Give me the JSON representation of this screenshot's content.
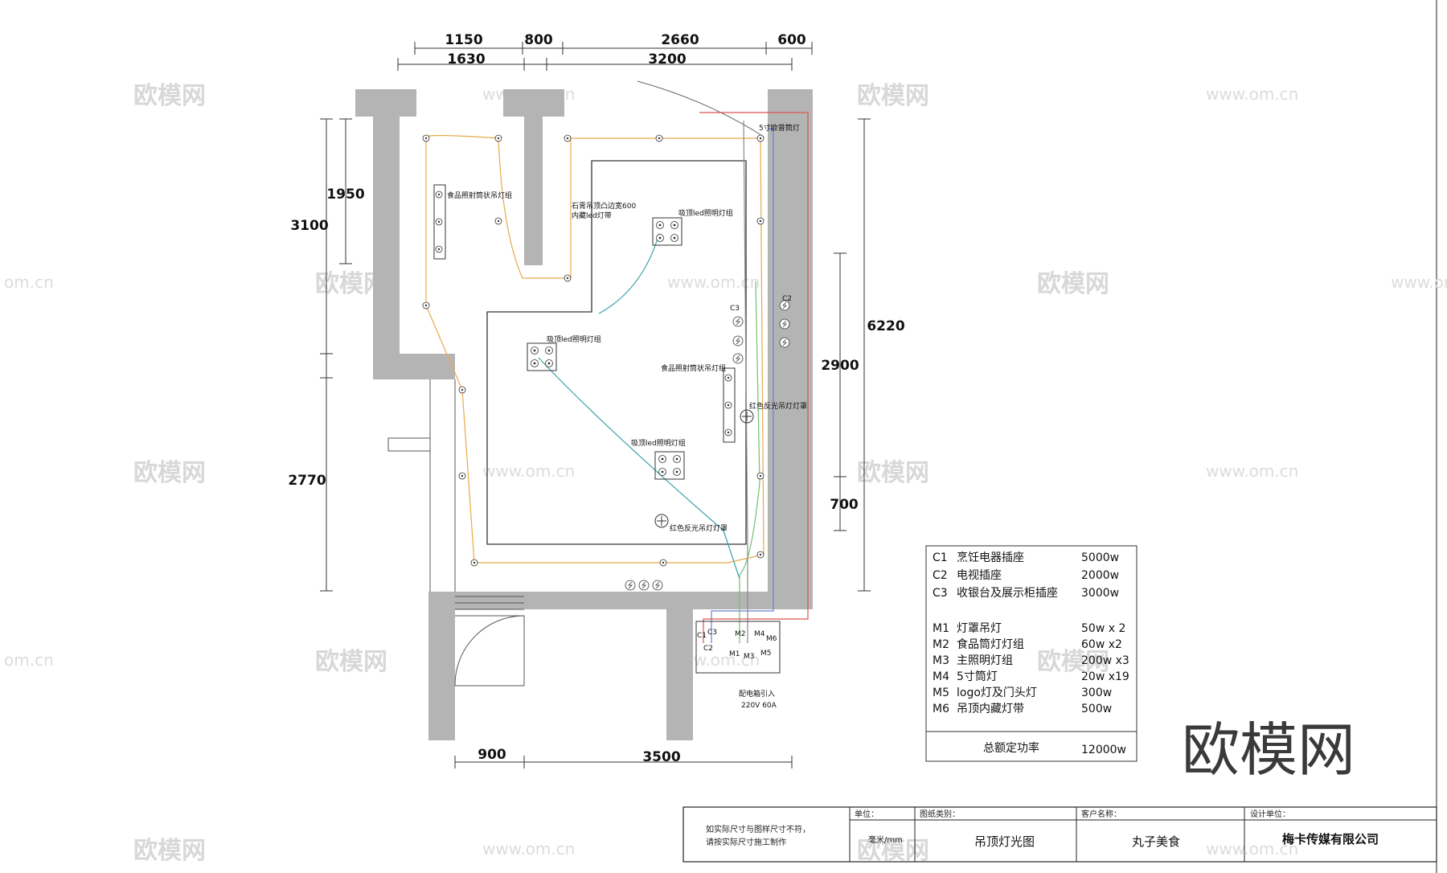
{
  "dimensions": {
    "top_row1": [
      "1150",
      "800",
      "2660",
      "600"
    ],
    "top_row2": [
      "1630",
      "3200"
    ],
    "left": [
      "3100",
      "1950",
      "2770"
    ],
    "right": [
      "6220",
      "2900",
      "700"
    ],
    "bottom": [
      "900",
      "3500"
    ]
  },
  "labels": {
    "food_spot_group_1": "食品照射筒状吊灯组",
    "gypsum_ceiling_1": "石膏吊顶凸边宽600",
    "gypsum_ceiling_2": "内藏led灯带",
    "ceiling_led_group_1": "吸顶led照明灯组",
    "downlight_5in": "5寸欧普筒灯",
    "ceiling_led_group_2": "吸顶led照明灯组",
    "food_spot_group_2": "食品照射筒状吊灯组",
    "red_pendant_1": "红色反光吊灯灯罩",
    "ceiling_led_group_3": "吸顶led照明灯组",
    "red_pendant_2": "红色反光吊灯灯罩",
    "c3_tag": "C3",
    "c2_tag": "C2",
    "distribution_box": "配电箱引入",
    "power_spec": "220V  60A",
    "box_c1": "C1",
    "box_c2": "C2",
    "box_c3": "C3",
    "box_m1": "M1",
    "box_m2": "M2",
    "box_m3": "M3",
    "box_m4": "M4",
    "box_m5": "M5",
    "box_m6": "M6"
  },
  "legend": {
    "rows": [
      {
        "code": "C1",
        "name": "烹饪电器插座",
        "power": "5000w"
      },
      {
        "code": "C2",
        "name": "电视插座",
        "power": "2000w"
      },
      {
        "code": "C3",
        "name": "收银台及展示柜插座",
        "power": "3000w"
      },
      {
        "code": "M1",
        "name": "灯罩吊灯",
        "power": "50w x 2"
      },
      {
        "code": "M2",
        "name": "食品筒灯灯组",
        "power": "60w x2"
      },
      {
        "code": "M3",
        "name": "主照明灯组",
        "power": "200w x3"
      },
      {
        "code": "M4",
        "name": "5寸筒灯",
        "power": "20w x19"
      },
      {
        "code": "M5",
        "name": "logo灯及门头灯",
        "power": "300w"
      },
      {
        "code": "M6",
        "name": "吊顶内藏灯带",
        "power": "500w"
      }
    ],
    "total_label": "总额定功率",
    "total_value": "12000w"
  },
  "title_block": {
    "note_line1": "如实际尺寸与图样尺寸不符，",
    "note_line2": "请按实际尺寸施工制作",
    "unit_label": "单位：",
    "unit_value": "毫米/mm",
    "category_label": "图纸类别：",
    "category_value": "吊顶灯光图",
    "client_label": "客户名称：",
    "client_value": "丸子美食",
    "designer_label": "设计单位：",
    "designer_value": "梅卡传媒有限公司"
  },
  "watermark": {
    "text": "欧模网",
    "url": "www.om.cn",
    "partial_url": "om.cn"
  },
  "colors": {
    "wall": "#b4b4b4",
    "wire_orange": "#e8a94a",
    "wire_teal": "#3aa2a8",
    "wire_red": "#d9534f",
    "wire_blue": "#6b7fd6",
    "wire_green": "#6fbf73",
    "wire_gray": "#8a8a8a"
  }
}
